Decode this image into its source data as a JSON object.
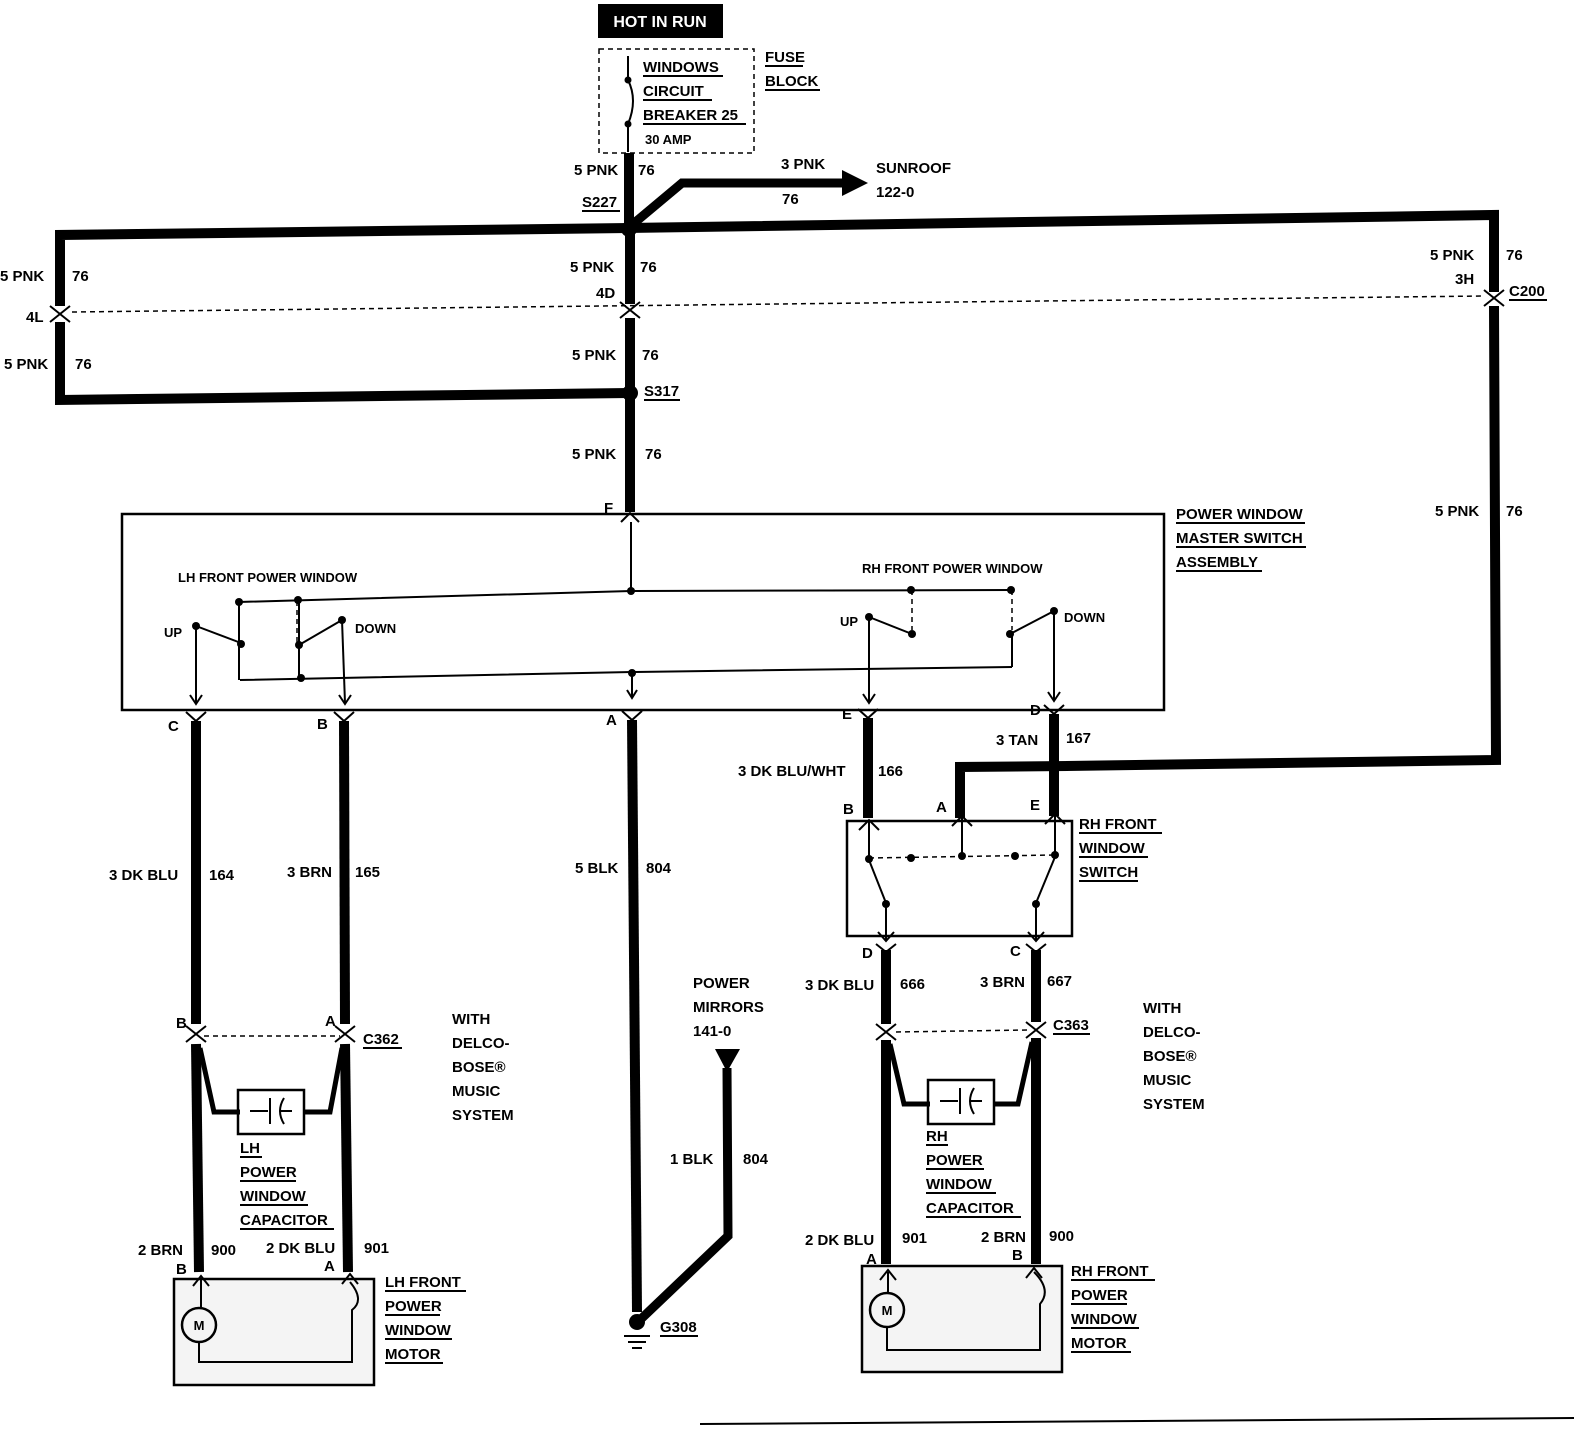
{
  "header": {
    "hot_in_run": "HOT IN RUN"
  },
  "fuse": {
    "name_lines": [
      "WINDOWS",
      "CIRCUIT",
      "BREAKER 25"
    ],
    "amp": "30 AMP",
    "block_lines": [
      "FUSE",
      "BLOCK"
    ]
  },
  "sunroof": {
    "wire": "3 PNK",
    "circuit": "76",
    "label": "SUNROOF",
    "ref": "122-0"
  },
  "splices": {
    "s227": "S227",
    "s317": "S317"
  },
  "connectors": {
    "c200": "C200",
    "c362": "C362",
    "c363": "C363",
    "g308": "G308"
  },
  "pins": {
    "p_4l": "4L",
    "p_4d": "4D",
    "p_3h": "3H",
    "p_f": "F",
    "p_c": "C",
    "p_b": "B",
    "p_a": "A",
    "p_e": "E",
    "p_d": "D",
    "rs_b": "B",
    "rs_a": "A",
    "rs_e": "E",
    "rs_d": "D",
    "rs_c": "C",
    "c362_b": "B",
    "c362_a": "A",
    "lhm_b": "B",
    "lhm_a": "A",
    "rhm_a": "A",
    "rhm_b": "B"
  },
  "wires": {
    "pnk5": "5 PNK",
    "c76": "76",
    "w164_wire": "3 DK BLU",
    "w164_num": "164",
    "w165_wire": "3 BRN",
    "w165_num": "165",
    "w804_wire": "5 BLK",
    "w804_num": "804",
    "w804b_wire": "1 BLK",
    "w804b_num": "804",
    "w166_wire": "3 DK BLU/WHT",
    "w166_num": "166",
    "w167_wire": "3 TAN",
    "w167_num": "167",
    "w666_wire": "3 DK BLU",
    "w666_num": "666",
    "w667_wire": "3 BRN",
    "w667_num": "667",
    "w900l_wire": "2 BRN",
    "w900l_num": "900",
    "w901l_wire": "2 DK BLU",
    "w901l_num": "901",
    "w901r_wire": "2 DK BLU",
    "w901r_num": "901",
    "w900r_wire": "2 BRN",
    "w900r_num": "900"
  },
  "master_switch": {
    "label_lines": [
      "POWER WINDOW",
      "MASTER SWITCH",
      "ASSEMBLY"
    ],
    "lh_title": "LH FRONT POWER WINDOW",
    "rh_title": "RH FRONT POWER WINDOW",
    "up": "UP",
    "down": "DOWN"
  },
  "rh_switch": {
    "label_lines": [
      "RH FRONT",
      "WINDOW",
      "SWITCH"
    ]
  },
  "mirrors": {
    "lines": [
      "POWER",
      "MIRRORS",
      "141-0"
    ]
  },
  "delco": {
    "lines": [
      "WITH",
      "DELCO-",
      "BOSE®",
      "MUSIC",
      "SYSTEM"
    ]
  },
  "capacitors": {
    "lh_lines": [
      "LH",
      "POWER",
      "WINDOW",
      "CAPACITOR"
    ],
    "rh_lines": [
      "RH",
      "POWER",
      "WINDOW",
      "CAPACITOR"
    ]
  },
  "motors": {
    "lh_lines": [
      "LH FRONT",
      "POWER",
      "WINDOW",
      "MOTOR"
    ],
    "rh_lines": [
      "RH FRONT",
      "POWER",
      "WINDOW",
      "MOTOR"
    ]
  }
}
